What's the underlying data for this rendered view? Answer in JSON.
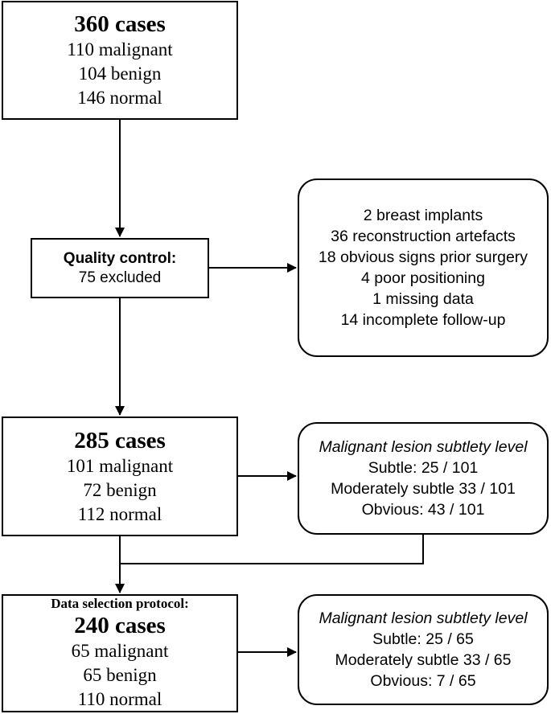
{
  "box1": {
    "title": "360 cases",
    "lines": [
      "110 malignant",
      "104 benign",
      "146 normal"
    ]
  },
  "qc": {
    "title": "Quality control:",
    "line": "75 excluded"
  },
  "exclusions": {
    "lines": [
      "2 breast implants",
      "36 reconstruction artefacts",
      "18 obvious signs prior surgery",
      "4 poor positioning",
      "1 missing data",
      "14 incomplete follow-up"
    ]
  },
  "box2": {
    "title": "285 cases",
    "lines": [
      "101 malignant",
      "72 benign",
      "112 normal"
    ]
  },
  "subtlety1": {
    "heading": "Malignant lesion subtlety level",
    "lines": [
      "Subtle: 25 / 101",
      "Moderately subtle 33 / 101",
      "Obvious: 43 / 101"
    ]
  },
  "box3": {
    "header": "Data selection protocol:",
    "title": "240 cases",
    "lines": [
      "65 malignant",
      "65 benign",
      "110 normal"
    ]
  },
  "subtlety2": {
    "heading": "Malignant lesion subtlety level",
    "lines": [
      "Subtle: 25 / 65",
      "Moderately subtle 33 / 65",
      "Obvious: 7 / 65"
    ]
  }
}
